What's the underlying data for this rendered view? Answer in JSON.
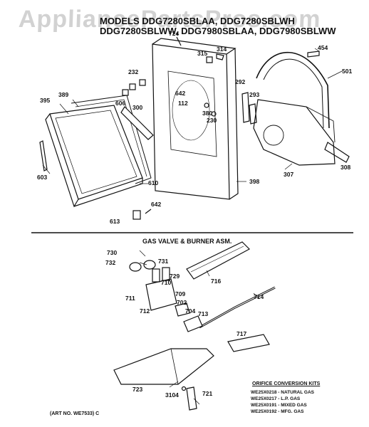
{
  "watermark": "AppliancePartsPros.com",
  "header": {
    "line1": "MODELS DDG7280SBLAA, DDG7280SBLWH",
    "line2": "DDG7280SBLWW, DDG7980SBLAA, DDG7980SBLWW"
  },
  "section2_title": "GAS VALVE & BURNER ASM.",
  "art_number": "(ART NO. WE7533) C",
  "kits": {
    "title": "ORIFICE CONVERSION KITS",
    "items": [
      "WE25X0218 - NATURAL GAS",
      "WE25X0217 - L.P. GAS",
      "WE25X0191 - MIXED GAS",
      "WE25X0192 - MFG. GAS"
    ]
  },
  "part_labels": {
    "p724": "724",
    "p315": "315",
    "p314": "314",
    "p454": "454",
    "p501": "501",
    "p232": "232",
    "p642a": "642",
    "p112": "112",
    "p380": "380",
    "p230": "230",
    "p292": "292",
    "p293": "293",
    "p395": "395",
    "p389": "389",
    "p606": "606",
    "p300": "300",
    "p603": "603",
    "p610": "610",
    "p642b": "642",
    "p613": "613",
    "p398": "398",
    "p307": "307",
    "p308": "308",
    "p730": "730",
    "p732": "732",
    "p731": "731",
    "p729": "729",
    "p710": "710",
    "p716": "716",
    "p711": "711",
    "p709": "709",
    "p714": "714",
    "p702": "702",
    "p712": "712",
    "p704": "704",
    "p713": "713",
    "p717": "717",
    "p723": "723",
    "p3104": "3104",
    "p721": "721"
  }
}
